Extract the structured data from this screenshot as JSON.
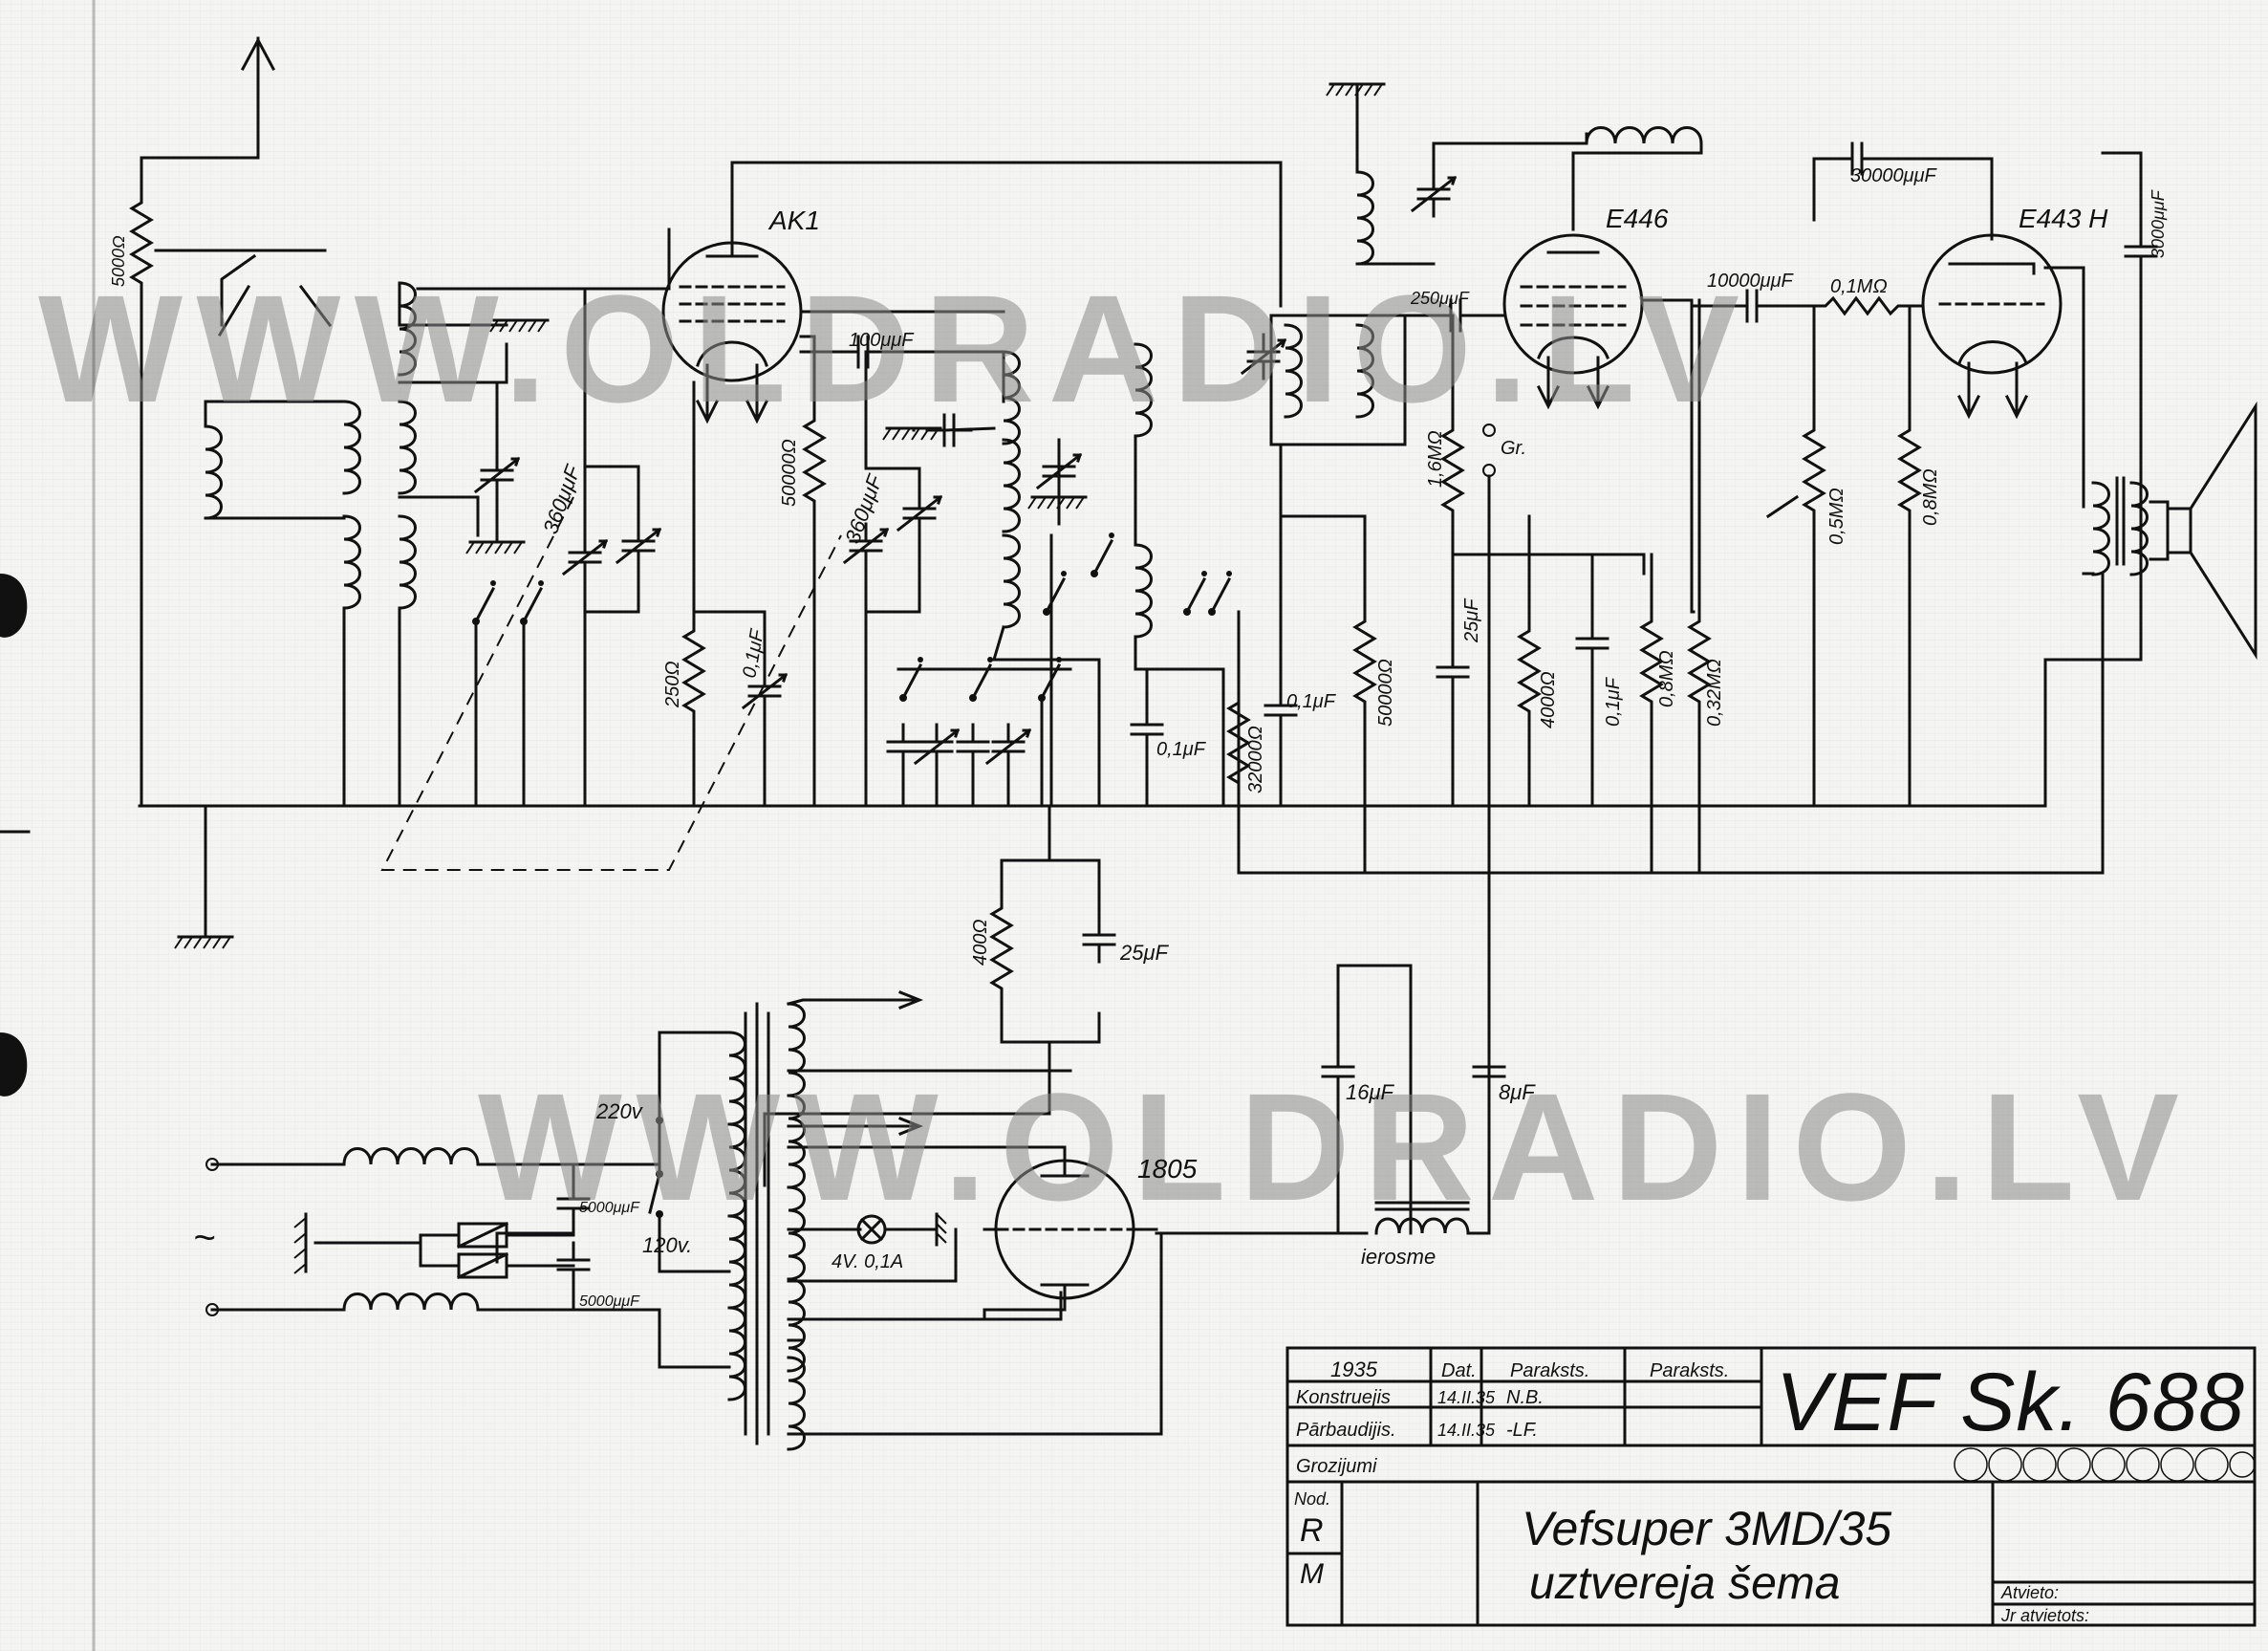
{
  "watermark": "WWW.OLDRADIO.LV",
  "tubes": {
    "converter": "AK1",
    "if_amp": "E446",
    "output": "E443 H",
    "rectifier": "1805"
  },
  "component_labels": {
    "pot_5000": "5000Ω",
    "c_360_a": "360μμF",
    "c_100": "100μμF",
    "r_50000_a": "50000Ω",
    "c_360_b": "360μμF",
    "r_250": "250Ω",
    "c_01_a": "0,1μF",
    "c_01_b": "0,1μF",
    "r_32000": "32000Ω",
    "c_01_c": "0,1μF",
    "r_50000_b": "50000Ω",
    "c_250": "250μμF",
    "r_16m": "1,6MΩ",
    "gr": "Gr.",
    "c_25u_a": "25μF",
    "r_4000": "4000Ω",
    "c_01_d": "0,1μF",
    "r_08m_a": "0,8MΩ",
    "r_032m": "0,32MΩ",
    "c_30000": "30000μμF",
    "c_10000": "10000μμF",
    "r_01m": "0,1MΩ",
    "pot_05m": "0,5MΩ",
    "r_08m_b": "0,8MΩ",
    "c_3000": "3000μμF",
    "r_400": "400Ω",
    "c_25u_b": "25μF",
    "c_16u": "16μF",
    "c_8u": "8μF",
    "v220": "220v",
    "v120": "120v.",
    "c_5000_a": "5000μμF",
    "c_5000_b": "5000μμF",
    "lamp": "4V. 0,1A",
    "choke": "ierosme",
    "ac_symbol": "~"
  },
  "title_block": {
    "year": "1935",
    "col_dat": "Dat.",
    "col_paraksts": "Paraksts.",
    "col_paraksts2": "Paraksts.",
    "row_konstruejis": "Konstruejis",
    "row_parbaudijis": "Pārbaudijis.",
    "date1": "14.II.35",
    "date2": "14.II.35",
    "sig1": "N.B.",
    "sig2": "-LF.",
    "drawing_no": "VEF Sk. 688",
    "grozijumi": "Grozijumi",
    "nod_label": "Nod.",
    "nod_r": "R",
    "nod_m": "M",
    "title_line1": "Vefsuper 3MD/35",
    "title_line2": "uztvereja šema",
    "atvieto": "Atvieto:",
    "jr_atvietots": "Jr atvietots:"
  }
}
